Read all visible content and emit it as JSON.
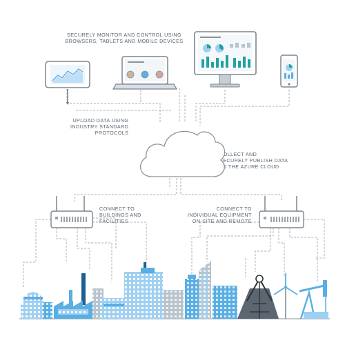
{
  "labels": {
    "monitor": [
      "SECURELY MONITOR AND CONTROL USING",
      "BROWSERS, TABLETS AND MOBILE DEVICES"
    ],
    "upload": [
      "UPLOAD DATA USING",
      "INDUSTRY STANDARD",
      "PROTOCOLS"
    ],
    "collect": [
      "COLLECT AND",
      "SECURELY PUBLISH DATA",
      "TO THE AZURE CLOUD"
    ],
    "buildings": [
      "CONNECT TO",
      "BUILDINGS AND",
      "FACILITIES"
    ],
    "equipment": [
      "CONNECT TO",
      "INDIVIDUAL EQUIPMENT",
      "ON-SITE AND REMOTE"
    ]
  },
  "colors": {
    "text": "#5a6672",
    "outline": "#8a949c",
    "dashed": "#a9b1b8",
    "accent_blue": "#5aaee3",
    "light_blue": "#9fd0f1",
    "dark_blue": "#1f5f8f",
    "teal": "#21a2a0",
    "gray_building": "#b9c3cc"
  },
  "icons": [
    "tablet-icon",
    "laptop-icon",
    "desktop-monitor-icon",
    "smartphone-icon",
    "cloud-icon",
    "gateway-router-icon",
    "factory-icon",
    "wind-turbine-icon",
    "oil-pump-icon",
    "mine-headframe-icon"
  ]
}
